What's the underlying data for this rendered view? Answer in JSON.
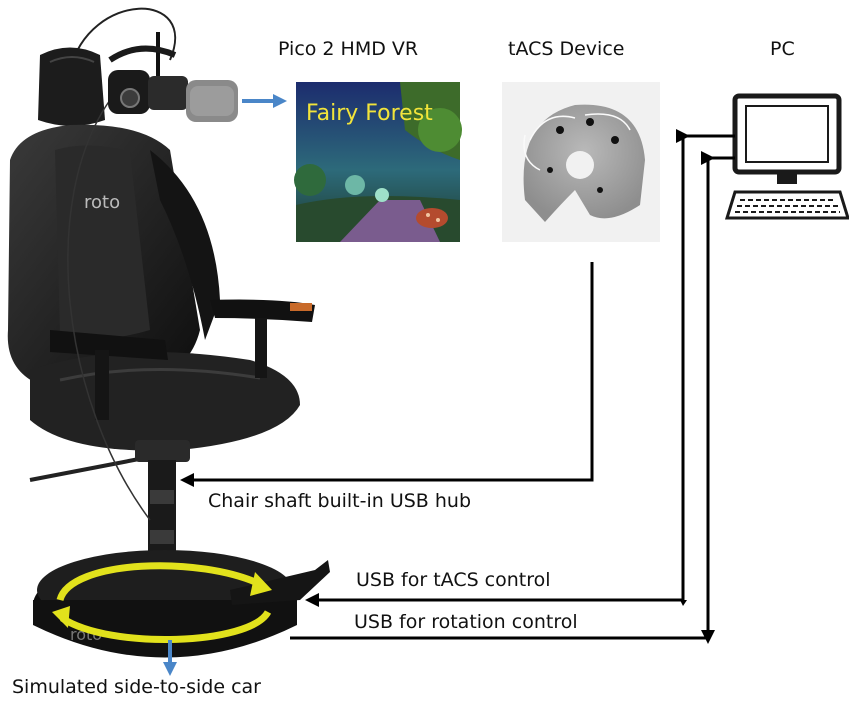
{
  "labels": {
    "hmd": "Pico 2 HMD VR",
    "tacs": "tACS Device",
    "pc": "PC",
    "usb_hub": "Chair shaft built-in USB hub",
    "usb_tacs": "USB for tACS control",
    "usb_rotation": "USB for rotation control",
    "simulated_car": "Simulated side-to-side car"
  },
  "scene": {
    "title": "Fairy Forest"
  },
  "chair": {
    "brand": "roto"
  },
  "colors": {
    "connector": "#000000",
    "arrow_blue": "#4a86c8",
    "rotation_arrow": "#e2e21c",
    "chair_body": "#1b1b1b",
    "scene_title": "#f2e43a"
  }
}
